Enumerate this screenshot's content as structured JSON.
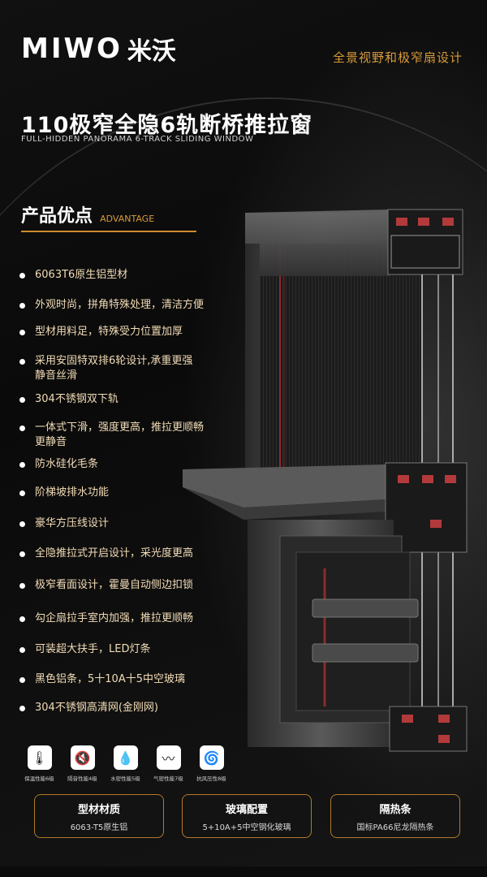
{
  "brand": {
    "logo_latin": "MIWO",
    "logo_cn": "米沃",
    "slogan": "全景视野和极窄扇设计",
    "accent_color": "#d89a3a"
  },
  "product": {
    "title": "110极窄全隐6轨断桥推拉窗",
    "subtitle": "FULL-HIDDEN PANORAMA 6-TRACK SLIDING WINDOW"
  },
  "advantages": {
    "heading": "产品优点",
    "heading_en": "ADVANTAGE",
    "items": [
      "6063T6原生铝型材",
      "外观时尚，拼角特殊处理，清洁方便",
      "型材用料足，特殊受力位置加厚",
      "采用安固特双排6轮设计,承重更强\n静音丝滑",
      "304不锈钢双下轨",
      "一体式下滑，强度更高，推拉更顺畅\n更静音",
      "防水硅化毛条",
      "阶梯坡排水功能",
      "豪华方压线设计",
      "全隐推拉式开启设计，采光度更高",
      "极窄看面设计，霍曼自动侧边扣锁",
      "勾企扇拉手室内加强，推拉更顺畅",
      "可装超大扶手，LED灯条",
      "黑色铝条，5十10A十5中空玻璃",
      "304不锈钢高清网(金刚网)"
    ]
  },
  "performance_icons": [
    {
      "icon": "thermometer-icon",
      "glyph": "🌡",
      "label": "保温性能6级"
    },
    {
      "icon": "mute-icon",
      "glyph": "🔇",
      "label": "隔音性能4级"
    },
    {
      "icon": "water-drops-icon",
      "glyph": "💧",
      "label": "水密性能5级"
    },
    {
      "icon": "wind-icon",
      "glyph": "〰",
      "label": "气密性能7级"
    },
    {
      "icon": "tornado-icon",
      "glyph": "🌀",
      "label": "抗风压性8级"
    }
  ],
  "spec_cards": [
    {
      "title": "型材材质",
      "value": "6063-T5原生铝"
    },
    {
      "title": "玻璃配置",
      "value": "5+10A+5中空钢化玻璃"
    },
    {
      "title": "隔热条",
      "value": "国标PA66尼龙隔热条"
    }
  ]
}
